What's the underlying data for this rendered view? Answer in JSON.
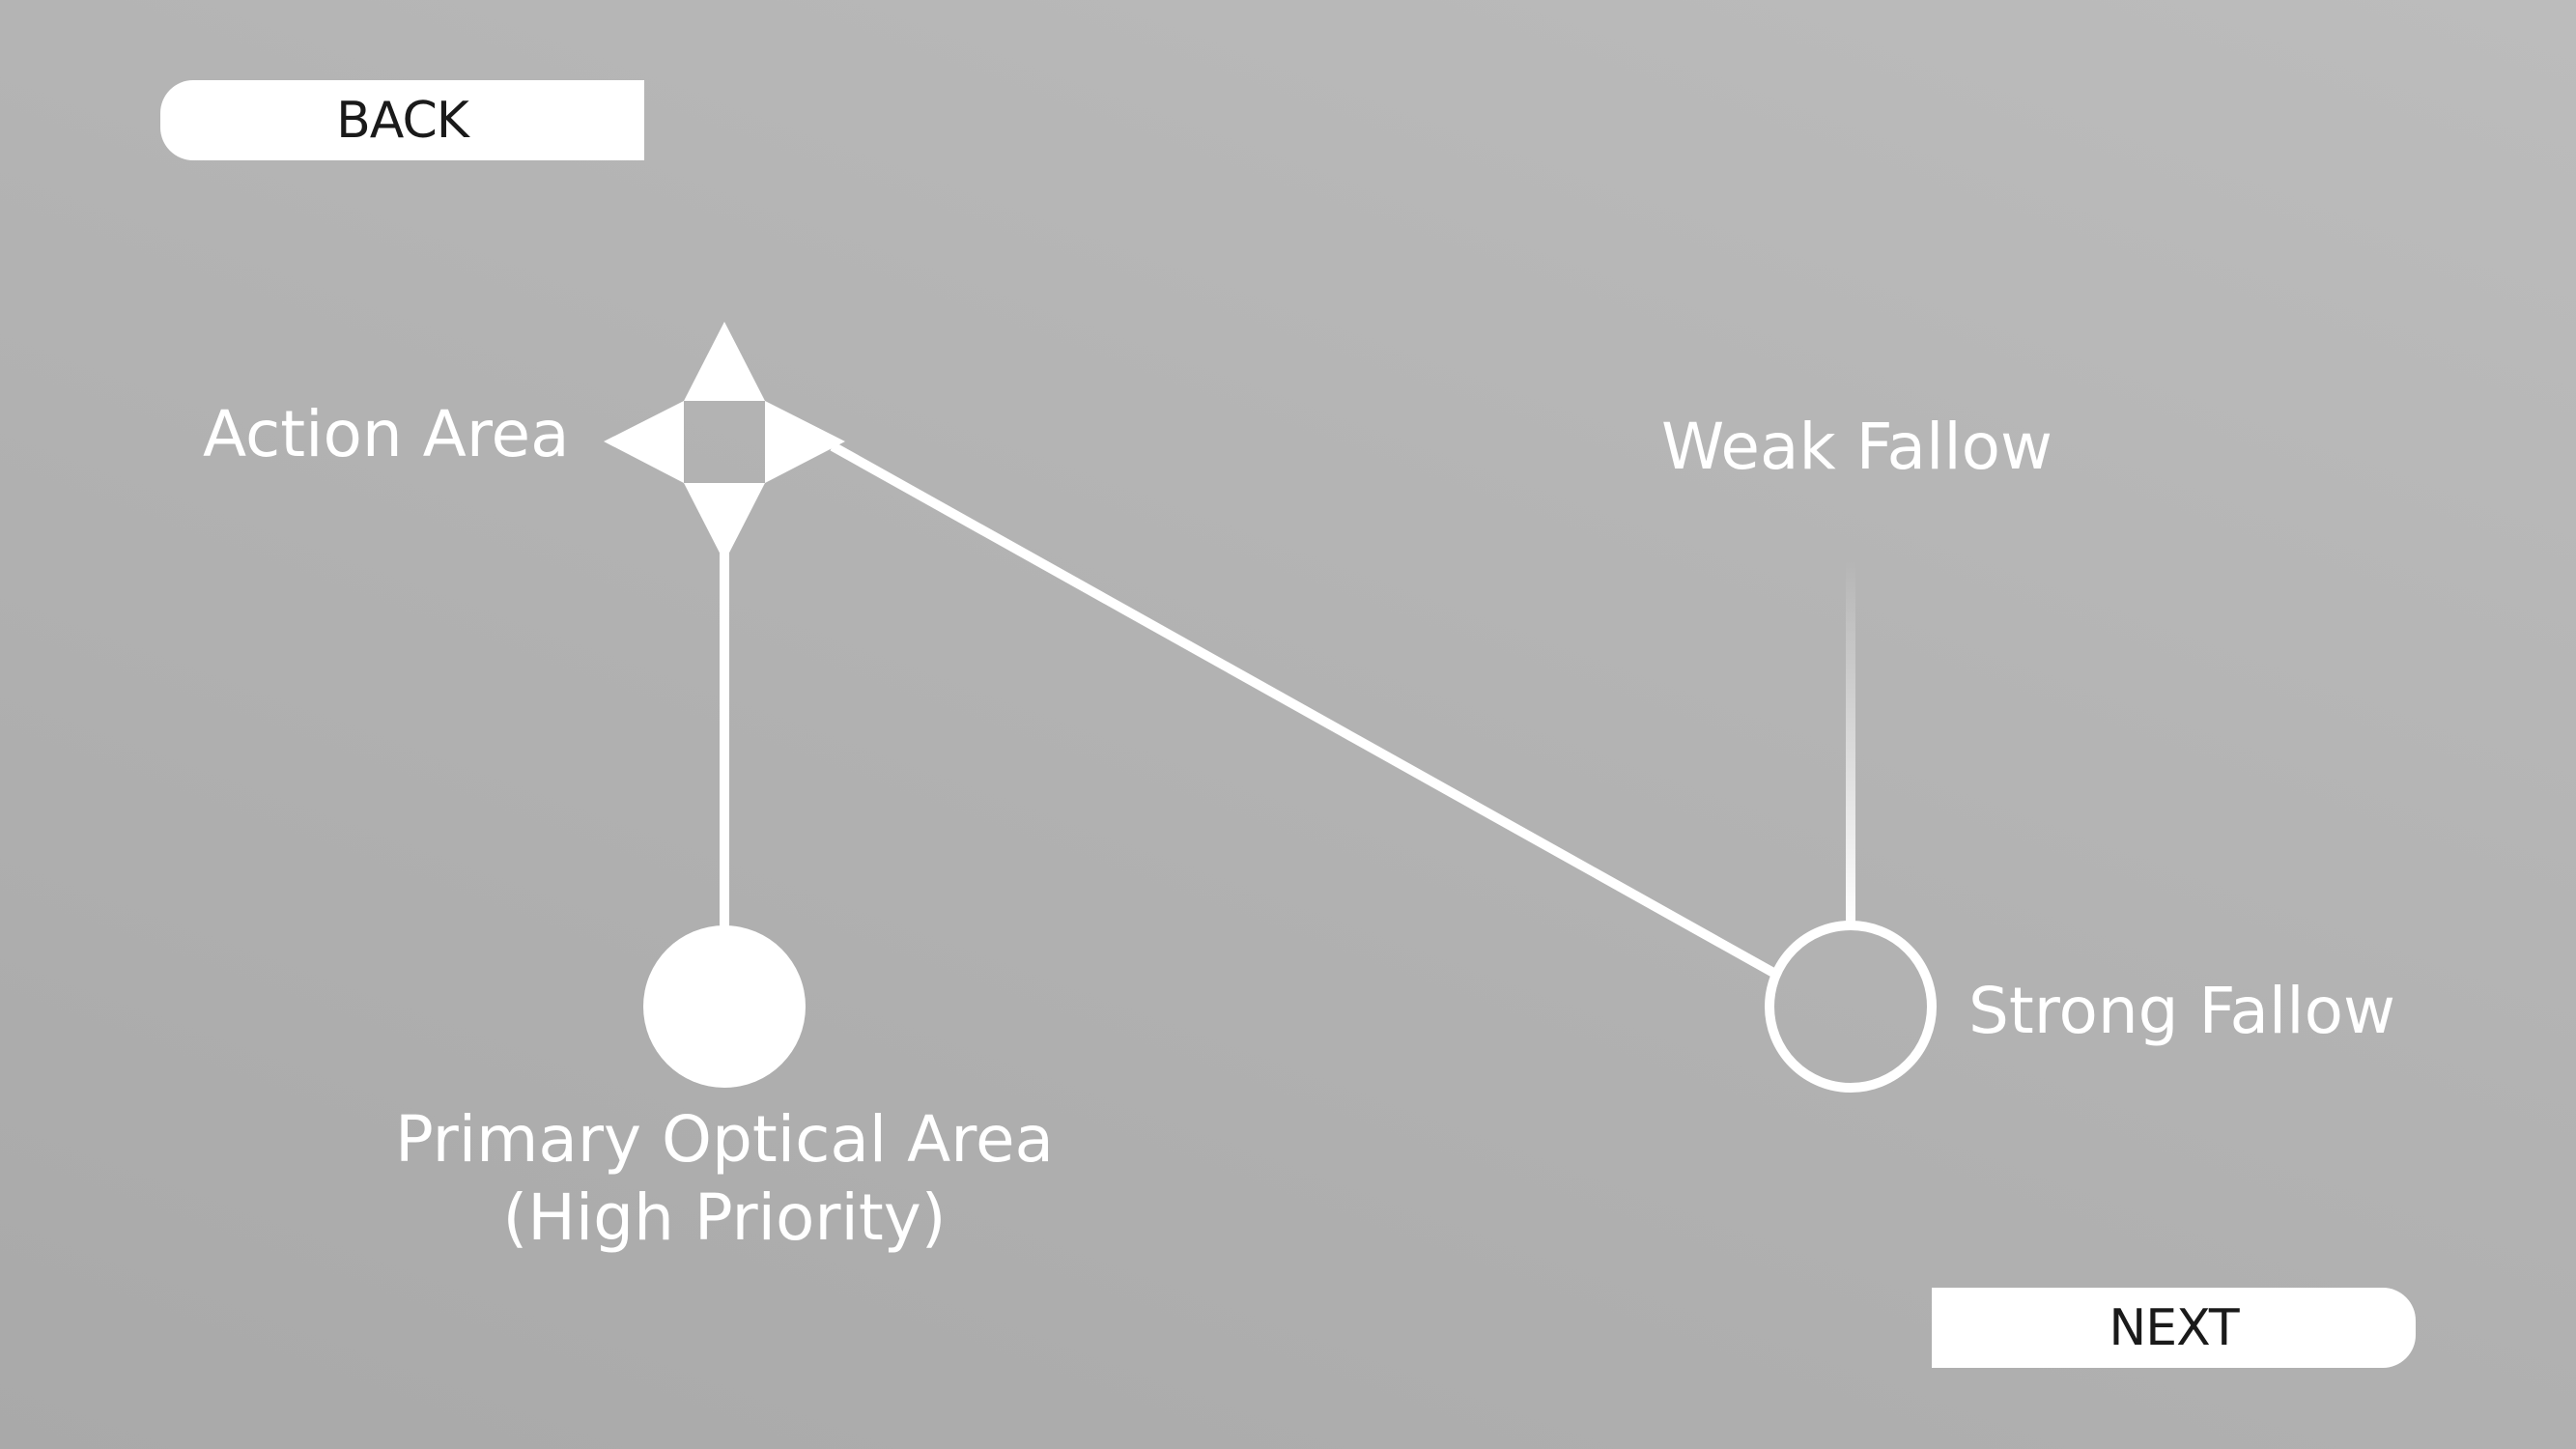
{
  "navigation": {
    "back_label": "BACK",
    "next_label": "NEXT"
  },
  "diagram": {
    "action_area_label": "Action Area",
    "weak_fallow_label": "Weak Fallow",
    "strong_fallow_label": "Strong Fallow",
    "primary_optical_area_label": "Primary Optical Area",
    "primary_optical_area_sublabel": "(High Priority)"
  },
  "colors": {
    "background": "#b3b3b3",
    "foreground": "#ffffff",
    "button_text": "#1a1a1a"
  }
}
